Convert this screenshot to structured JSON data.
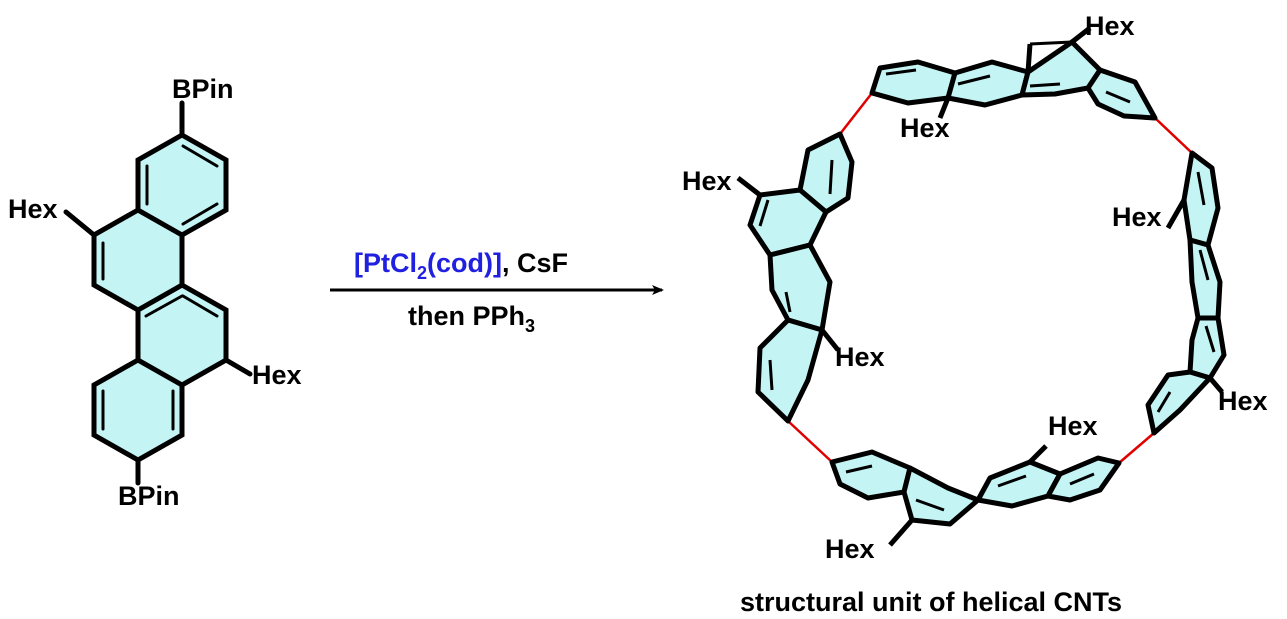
{
  "colors": {
    "ring_fill": "#c4f4f4",
    "bond": "#000000",
    "linker": "#e00000",
    "reagent_highlight": "#2020e0"
  },
  "reactant": {
    "top_group": "BPin",
    "bottom_group": "BPin",
    "left_substituent": "Hex",
    "right_substituent": "Hex"
  },
  "reaction": {
    "catalyst_pre": "[PtCl",
    "catalyst_sub": "2",
    "catalyst_post": "(cod)]",
    "additive": ", CsF",
    "second_step_pre": "then PPh",
    "second_step_sub": "3"
  },
  "product": {
    "labels": [
      "Hex",
      "Hex",
      "Hex",
      "Hex",
      "Hex",
      "Hex",
      "Hex",
      "Hex"
    ],
    "caption": "structural unit of helical CNTs"
  }
}
